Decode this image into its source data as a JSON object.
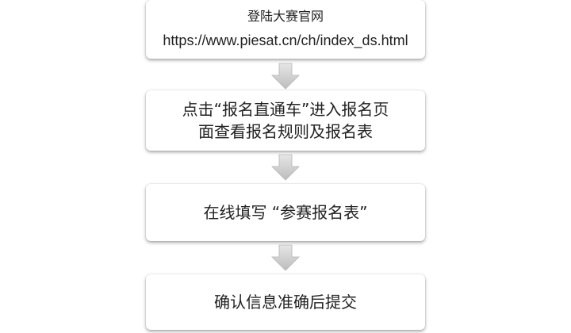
{
  "steps": [
    {
      "lines": [
        "登陆大赛官网",
        "https://www.piesat.cn/ch/index_ds.html"
      ]
    },
    {
      "lines": [
        "点击“报名直通车”进入报名页",
        "面查看报名规则及报名表"
      ]
    },
    {
      "lines": [
        "在线填写 “参赛报名表”"
      ]
    },
    {
      "lines": [
        "确认信息准确后提交"
      ]
    }
  ],
  "colors": {
    "arrow_light": "#e2e2e2",
    "arrow_dark": "#bdbdbd",
    "box_fill": "#ffffff"
  },
  "icons": {
    "connector": "down-arrow-icon"
  }
}
